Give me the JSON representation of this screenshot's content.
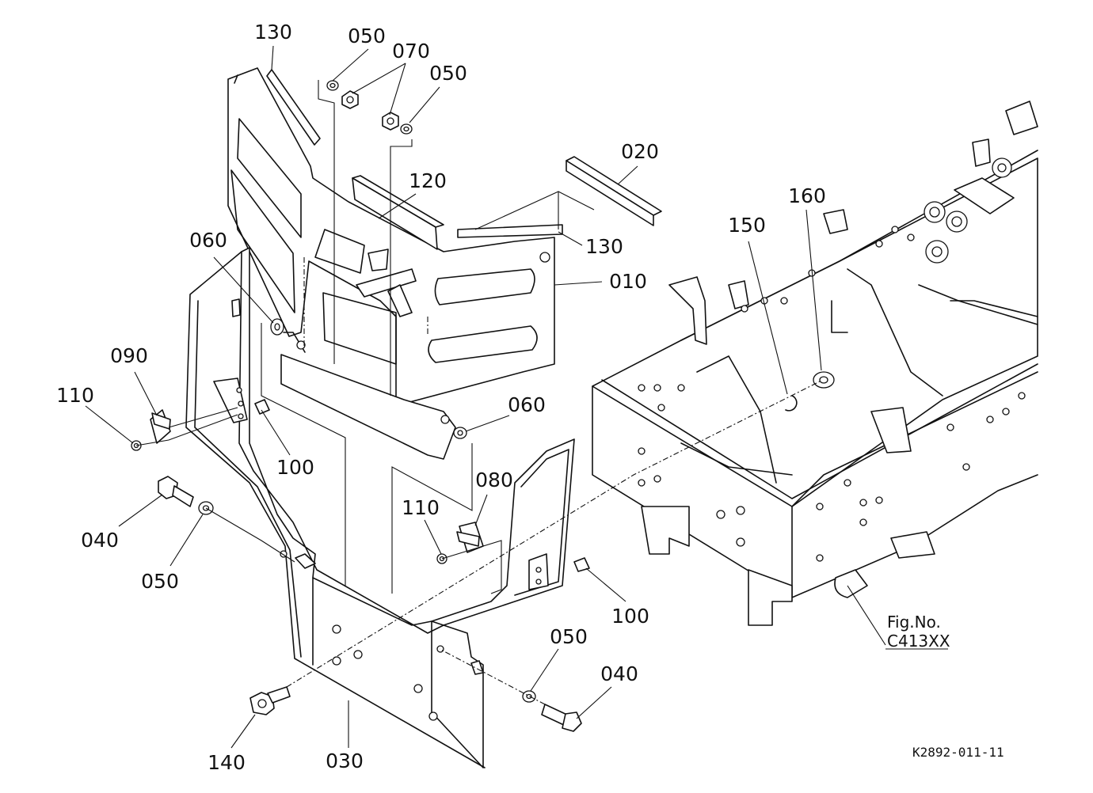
{
  "callouts": {
    "c130a": "130",
    "c050a": "050",
    "c070": "070",
    "c050b": "050",
    "c020": "020",
    "c120": "120",
    "c130b": "130",
    "c010": "010",
    "c160": "160",
    "c150": "150",
    "c060a": "060",
    "c090": "090",
    "c110a": "110",
    "c100a": "100",
    "c060b": "060",
    "c080": "080",
    "c110b": "110",
    "c040a": "040",
    "c050c": "050",
    "c100b": "100",
    "c050d": "050",
    "c040b": "040",
    "c140": "140",
    "c030": "030"
  },
  "figure_ref": {
    "label": "Fig.No.",
    "code": "C413XX"
  },
  "drawing_id": "K2892-011-11"
}
